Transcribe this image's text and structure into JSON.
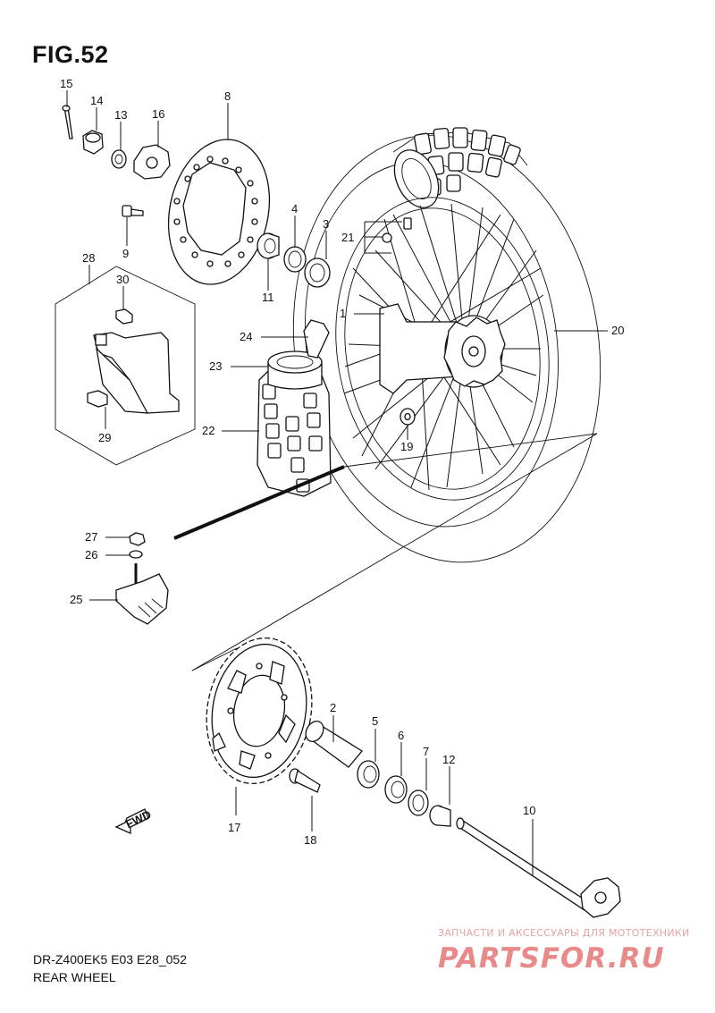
{
  "figure": {
    "title": "FIG.52"
  },
  "footer": {
    "model_code": "DR-Z400EK5 E03 E28_052",
    "part_title": "REAR WHEEL"
  },
  "watermark": {
    "subtitle": "ЗАПЧАСТИ И АКСЕССУАРЫ ДЛЯ МОТОТЕХНИКИ",
    "logo": "PARTSFOR.RU"
  },
  "fwd_label": "FWD",
  "callouts": {
    "c1": "1",
    "c2": "2",
    "c3": "3",
    "c4": "4",
    "c5": "5",
    "c6": "6",
    "c7": "7",
    "c8": "8",
    "c9": "9",
    "c10": "10",
    "c11": "11",
    "c12": "12",
    "c13": "13",
    "c14": "14",
    "c15": "15",
    "c16": "16",
    "c17": "17",
    "c18": "18",
    "c19": "19",
    "c20": "20",
    "c21": "21",
    "c22": "22",
    "c23": "23",
    "c24": "24",
    "c25": "25",
    "c26": "26",
    "c27": "27",
    "c28": "28",
    "c29": "29",
    "c30": "30"
  }
}
